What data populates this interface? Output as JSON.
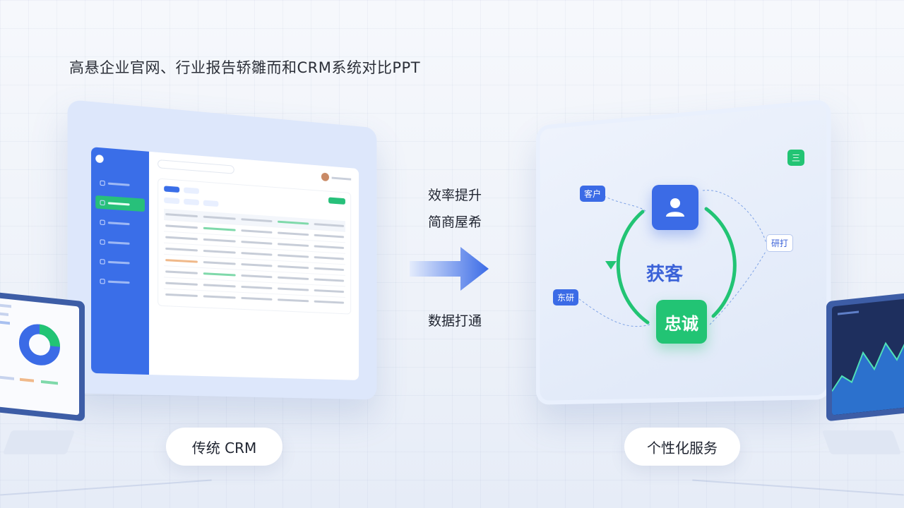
{
  "title": "高悬企业官网、行业报告轿雛而和CRM系统对比PPT",
  "middle": {
    "label_1": "效率提升",
    "label_2": "简商屋希",
    "label_3": "数据打通"
  },
  "left_panel": {
    "pill_label": "传统 CRM"
  },
  "right_panel": {
    "pill_label": "个性化服务",
    "center_label": "获客",
    "loyal_label": "忠诚",
    "tags": {
      "customer": "客户",
      "top_right": "三",
      "right": "研打",
      "left": "东研"
    }
  },
  "colors": {
    "primary_blue": "#3b6be6",
    "accent_green": "#22c474",
    "text_dark": "#1f2430"
  },
  "icons": {
    "arrow": "right-arrow-icon",
    "user": "user-icon"
  }
}
